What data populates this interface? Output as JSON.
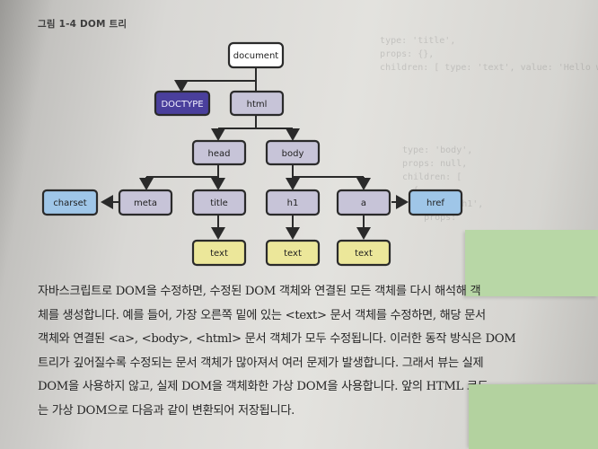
{
  "caption": "그림 1-4 DOM 트리",
  "colors": {
    "node_default": "#c7c4d8",
    "node_dark": "#4a3f9c",
    "node_blue": "#9fc6e8",
    "node_yellow": "#ece79a",
    "sticky_note": "#b8d7a6"
  },
  "tree": {
    "document": "document",
    "doctype": "DOCTYPE",
    "html": "html",
    "head": "head",
    "body": "body",
    "charset": "charset",
    "meta": "meta",
    "title": "title",
    "h1": "h1",
    "a": "a",
    "href": "href",
    "text1": "text",
    "text2": "text",
    "text3": "text"
  },
  "paragraph": {
    "line1": "자바스크립트로 DOM을 수정하면, 수정된 DOM 객체와 연결된 모든 객체를 다시 해석해 객",
    "line2": "체를 생성합니다. 예를 들어, 가장 오른쪽 밑에 있는 <text> 문서 객체를 수정하면, 해당 문서",
    "line3": "객체와 연결된 <a>, <body>, <html> 문서 객체가 모두 수정됩니다. 이러한 동작 방식은 DOM",
    "line4": "트리가 깊어질수록 수정되는 문서 객체가 많아져서 여러 문제가 발생합니다. 그래서 뷰는 실제",
    "line5": "DOM을 사용하지 않고, 실제 DOM을 객체화한 가상 DOM을 사용합니다. 앞의 HTML 코드",
    "line6": "는 가상 DOM으로 다음과 같이 변환되어 저장됩니다."
  }
}
